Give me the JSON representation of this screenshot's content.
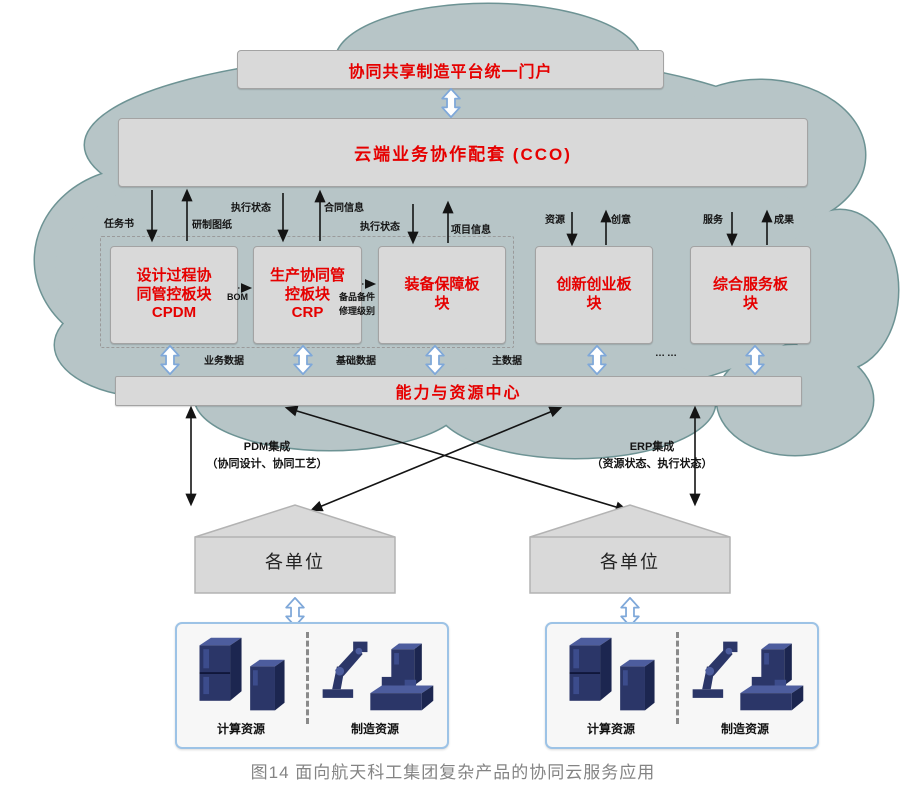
{
  "figure": {
    "caption": "图14 面向航天科工集团复杂产品的协同云服务应用"
  },
  "cloud": {
    "portal_label": "协同共享制造平台统一门户",
    "cco_label": "云端业务协作配套 (CCO)",
    "capability_label": "能力与资源中心"
  },
  "modules": [
    {
      "id": "cpdm",
      "lines": [
        "设计过程协",
        "同管控板块",
        "CPDM"
      ]
    },
    {
      "id": "crp",
      "lines": [
        "生产协同管",
        "控板块",
        "CRP"
      ]
    },
    {
      "id": "equip",
      "lines": [
        "装备保障板",
        "块",
        ""
      ]
    },
    {
      "id": "innov",
      "lines": [
        "创新创业板",
        "块",
        ""
      ]
    },
    {
      "id": "service",
      "lines": [
        "综合服务板",
        "块",
        ""
      ]
    }
  ],
  "flow_labels": {
    "task": "任务书",
    "dev_drawing": "研制图纸",
    "exec_status1": "执行状态",
    "contract_info": "合同信息",
    "exec_status2": "执行状态",
    "project_info": "项目信息",
    "resource": "资源",
    "idea": "创意",
    "service": "服务",
    "result": "成果"
  },
  "dotted_labels": {
    "bom": "BOM",
    "spare_line1": "备品备件",
    "spare_line2": "修理级别"
  },
  "data_layer": {
    "business": "业务数据",
    "basic": "基础数据",
    "master": "主数据",
    "dots": "……"
  },
  "integrations": {
    "pdm_title": "PDM集成",
    "pdm_detail": "（协同设计、协同工艺）",
    "erp_title": "ERP集成",
    "erp_detail": "（资源状态、执行状态）"
  },
  "sites": [
    {
      "unit": "各单位",
      "compute": "计算资源",
      "manufacture": "制造资源"
    },
    {
      "unit": "各单位",
      "compute": "计算资源",
      "manufacture": "制造资源"
    }
  ],
  "icons": {
    "double_arrow": "double-arrow-icon",
    "compute": "server-towers-icon",
    "manufacture": "robot-arm-machine-icon"
  },
  "colors": {
    "cloud_fill": "#b7c5c7",
    "cloud_stroke": "#6d9394",
    "box_fill": "#d9d9d9",
    "box_border": "#a3a3a3",
    "accent_red": "#e60000",
    "blue_arrow_stroke": "#7fa8d9",
    "icon_navy": "#2b3668",
    "resource_border_blue": "#9dc3e6",
    "caption_gray": "#848484"
  }
}
